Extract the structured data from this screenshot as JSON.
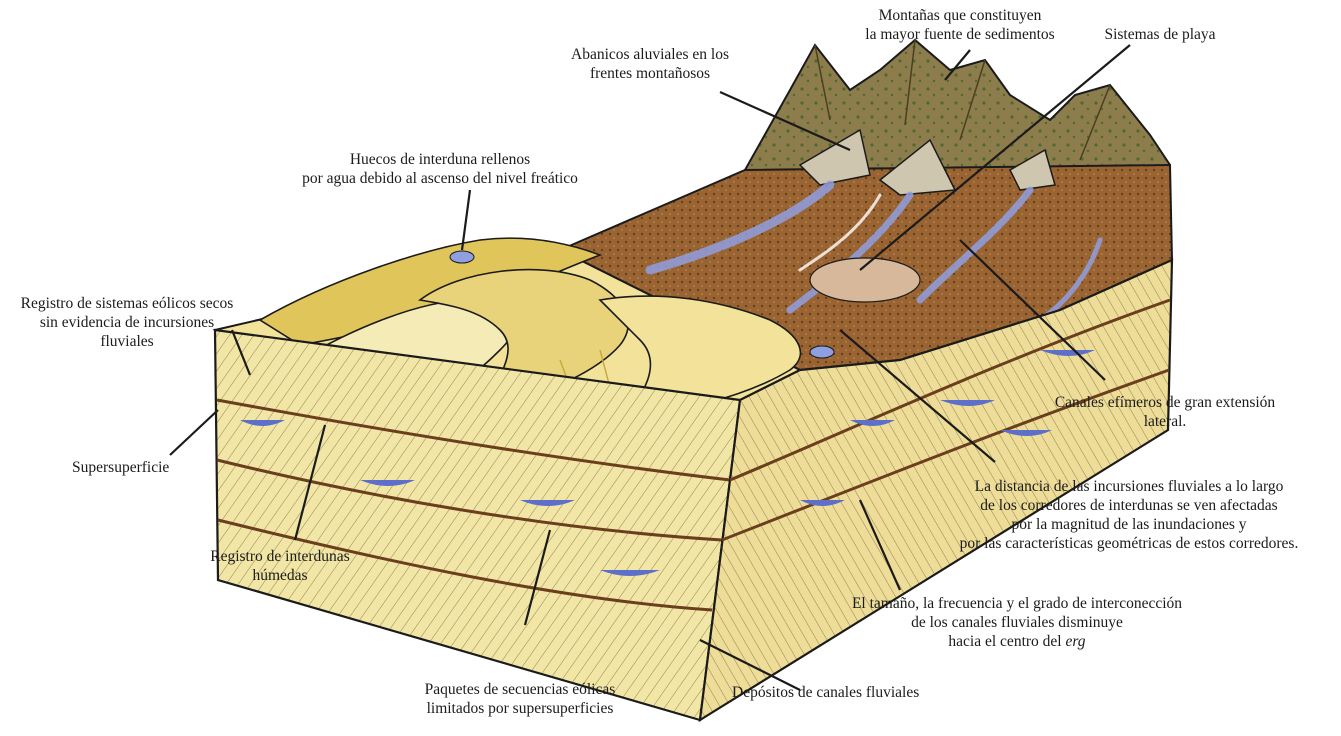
{
  "labels": {
    "montanas": [
      "Montañas que constituyen",
      "la mayor fuente de sedimentos"
    ],
    "sistemas_playa": [
      "Sistemas de playa"
    ],
    "abanicos": [
      "Abanicos aluviales en los",
      "frentes montañosos"
    ],
    "huecos": [
      "Huecos de interduna rellenos",
      "por agua debido al ascenso del nivel freático"
    ],
    "registro_secos": [
      "Registro de sistemas eólicos secos",
      "sin evidencia de incursiones",
      "fluviales"
    ],
    "supersuperficie": [
      "Supersuperficie"
    ],
    "registro_humedas": [
      "Registro de interdunas",
      "húmedas"
    ],
    "paquetes": [
      "Paquetes de secuencias eólicas",
      "limitados por supersuperficies"
    ],
    "depositos": [
      "Depósitos de canales fluviales"
    ],
    "canales_efimeros": [
      "Canales efímeros de gran extensión",
      "lateral."
    ],
    "distancia": [
      "La distancia de las incursiones fluviales a lo largo",
      "de los corredores de interdunas se ven afectadas",
      "por la magnitud de las inundaciones y",
      "por las características geométricas de estos corredores."
    ],
    "tamano": [
      "El tamaño, la frecuencia y el grado de interconección",
      "de los canales fluviales disminuye"
    ],
    "tamano_last_prefix": "hacia el centro del ",
    "tamano_last_italic": "erg"
  },
  "colors": {
    "sand": "#f2e29a",
    "sand_dark": "#e0c55a",
    "sand_shadow": "#c9a63a",
    "brown": "#8a5a2e",
    "brown_light": "#a87240",
    "mountain": "#8a7a4a",
    "mountain_dark": "#5e5230",
    "water": "#8f9fe0",
    "water_dark": "#5d6fc8",
    "ink": "#1b1b1b"
  }
}
